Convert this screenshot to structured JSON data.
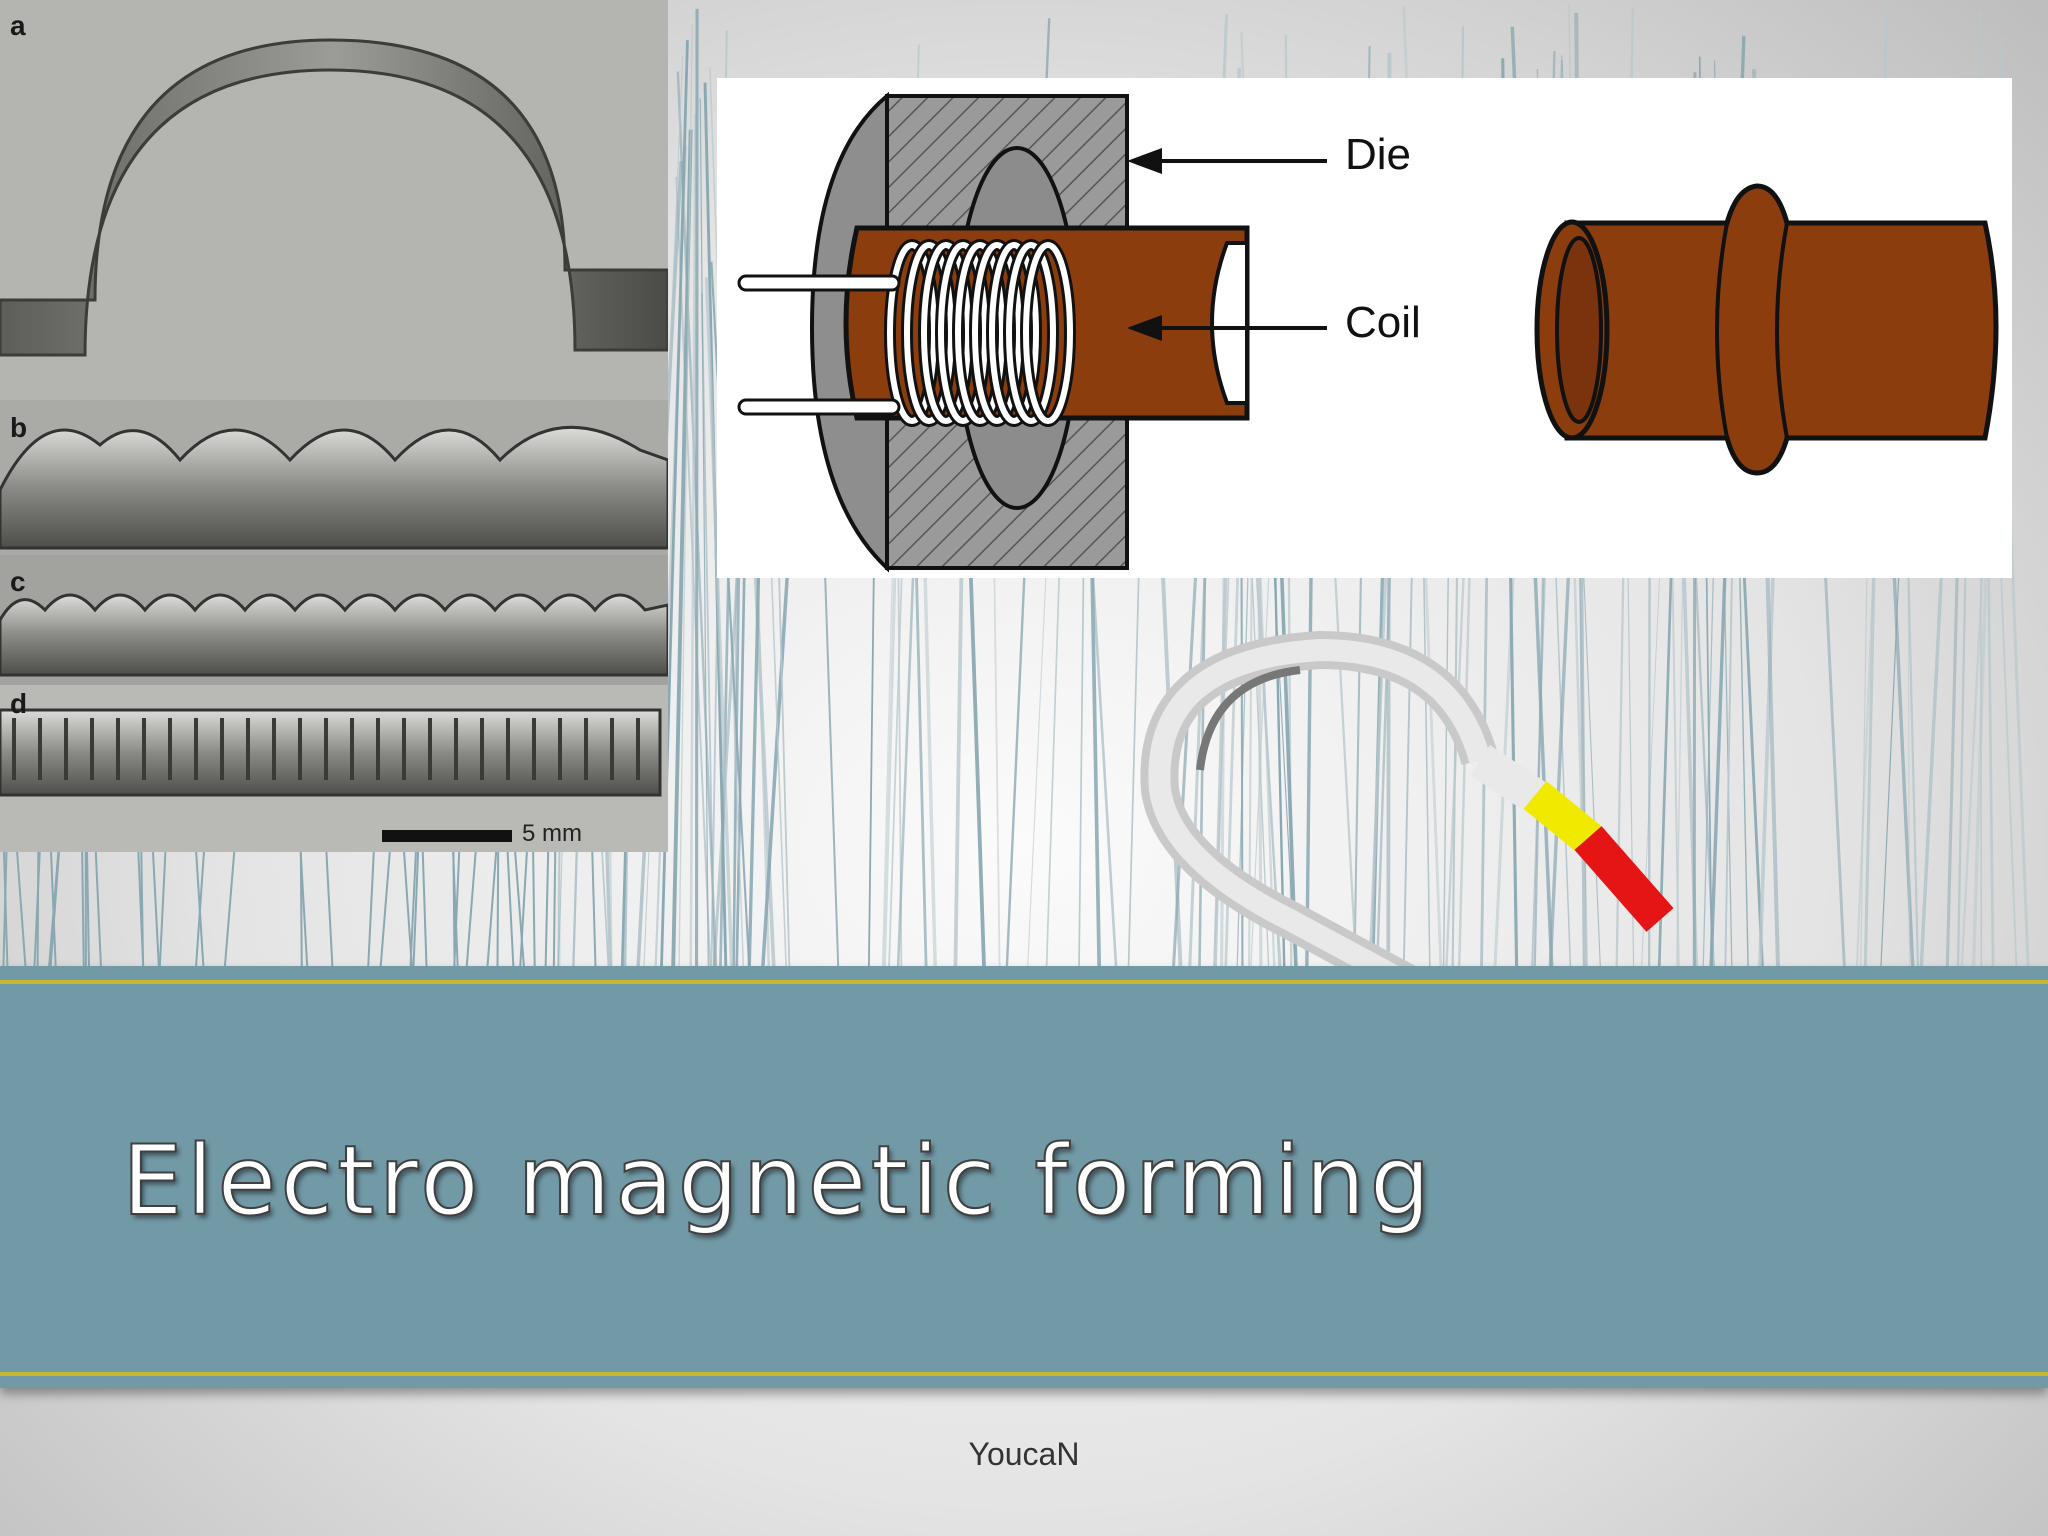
{
  "slide": {
    "title": "Electro magnetic forming",
    "author": "YoucaN"
  },
  "photo_panel": {
    "panel_labels": [
      "a",
      "b",
      "c",
      "d"
    ],
    "scale_bar_label": "5 mm"
  },
  "diagram": {
    "labels": {
      "die": "Die",
      "coil": "Coil"
    }
  },
  "colors": {
    "banner": "#7299a6",
    "banner_rule": "#c8b830",
    "tube_copper": "#8b3d0e",
    "coil_white": "#ffffff",
    "die_gray": "#888888"
  },
  "icons": {
    "magnet": "horseshoe-magnet-icon",
    "field_waves": "magnetic-field-waves-icon"
  }
}
